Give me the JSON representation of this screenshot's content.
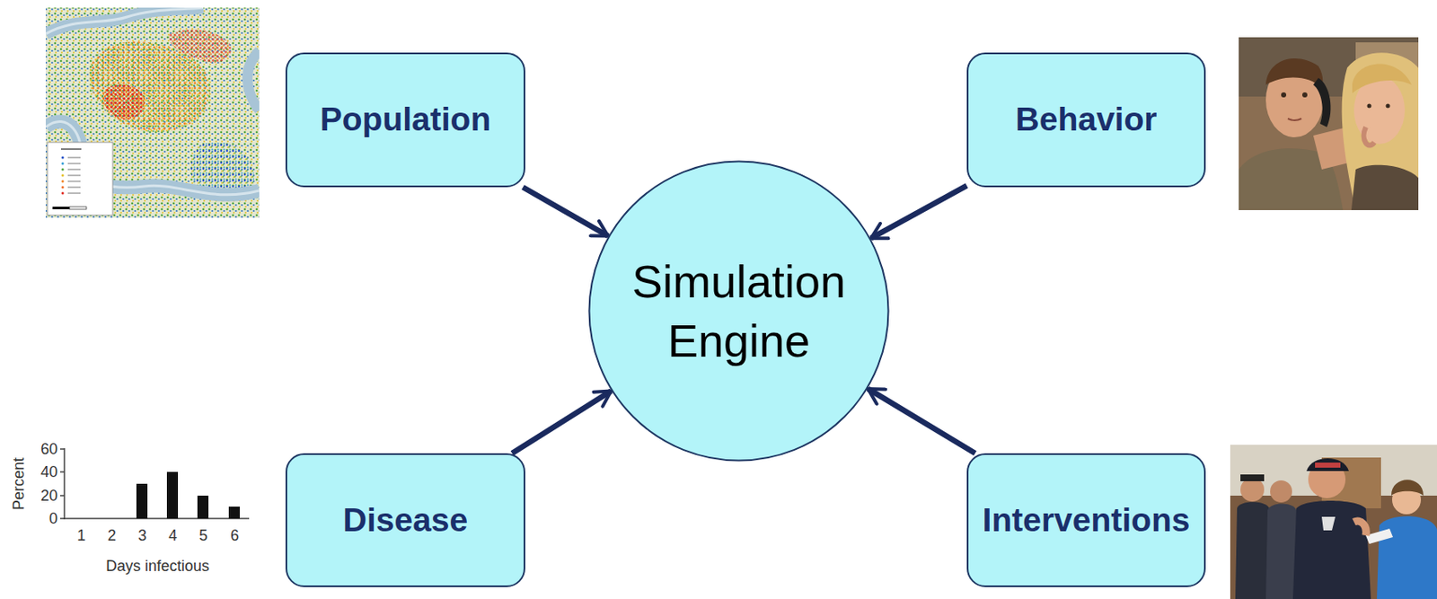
{
  "diagram": {
    "nodes": [
      {
        "text": [
          "Population"
        ]
      },
      {
        "text": [
          "Behavior"
        ]
      },
      {
        "text": [
          "Simulation Engine"
        ]
      },
      {
        "text": [
          "Disease"
        ]
      },
      {
        "text": [
          "Interventions"
        ]
      }
    ],
    "edges": [
      {
        "from": 0,
        "to": 2,
        "arrow": "to"
      },
      {
        "from": 1,
        "to": 2,
        "arrow": "to"
      },
      {
        "from": 3,
        "to": 2,
        "arrow": "to"
      },
      {
        "from": 4,
        "to": 2,
        "arrow": "to"
      }
    ],
    "labels": [
      "60",
      "40",
      "20",
      "0",
      "Percent",
      "1",
      "2",
      "3",
      "4",
      "5",
      "6",
      "Days infectious"
    ]
  }
}
